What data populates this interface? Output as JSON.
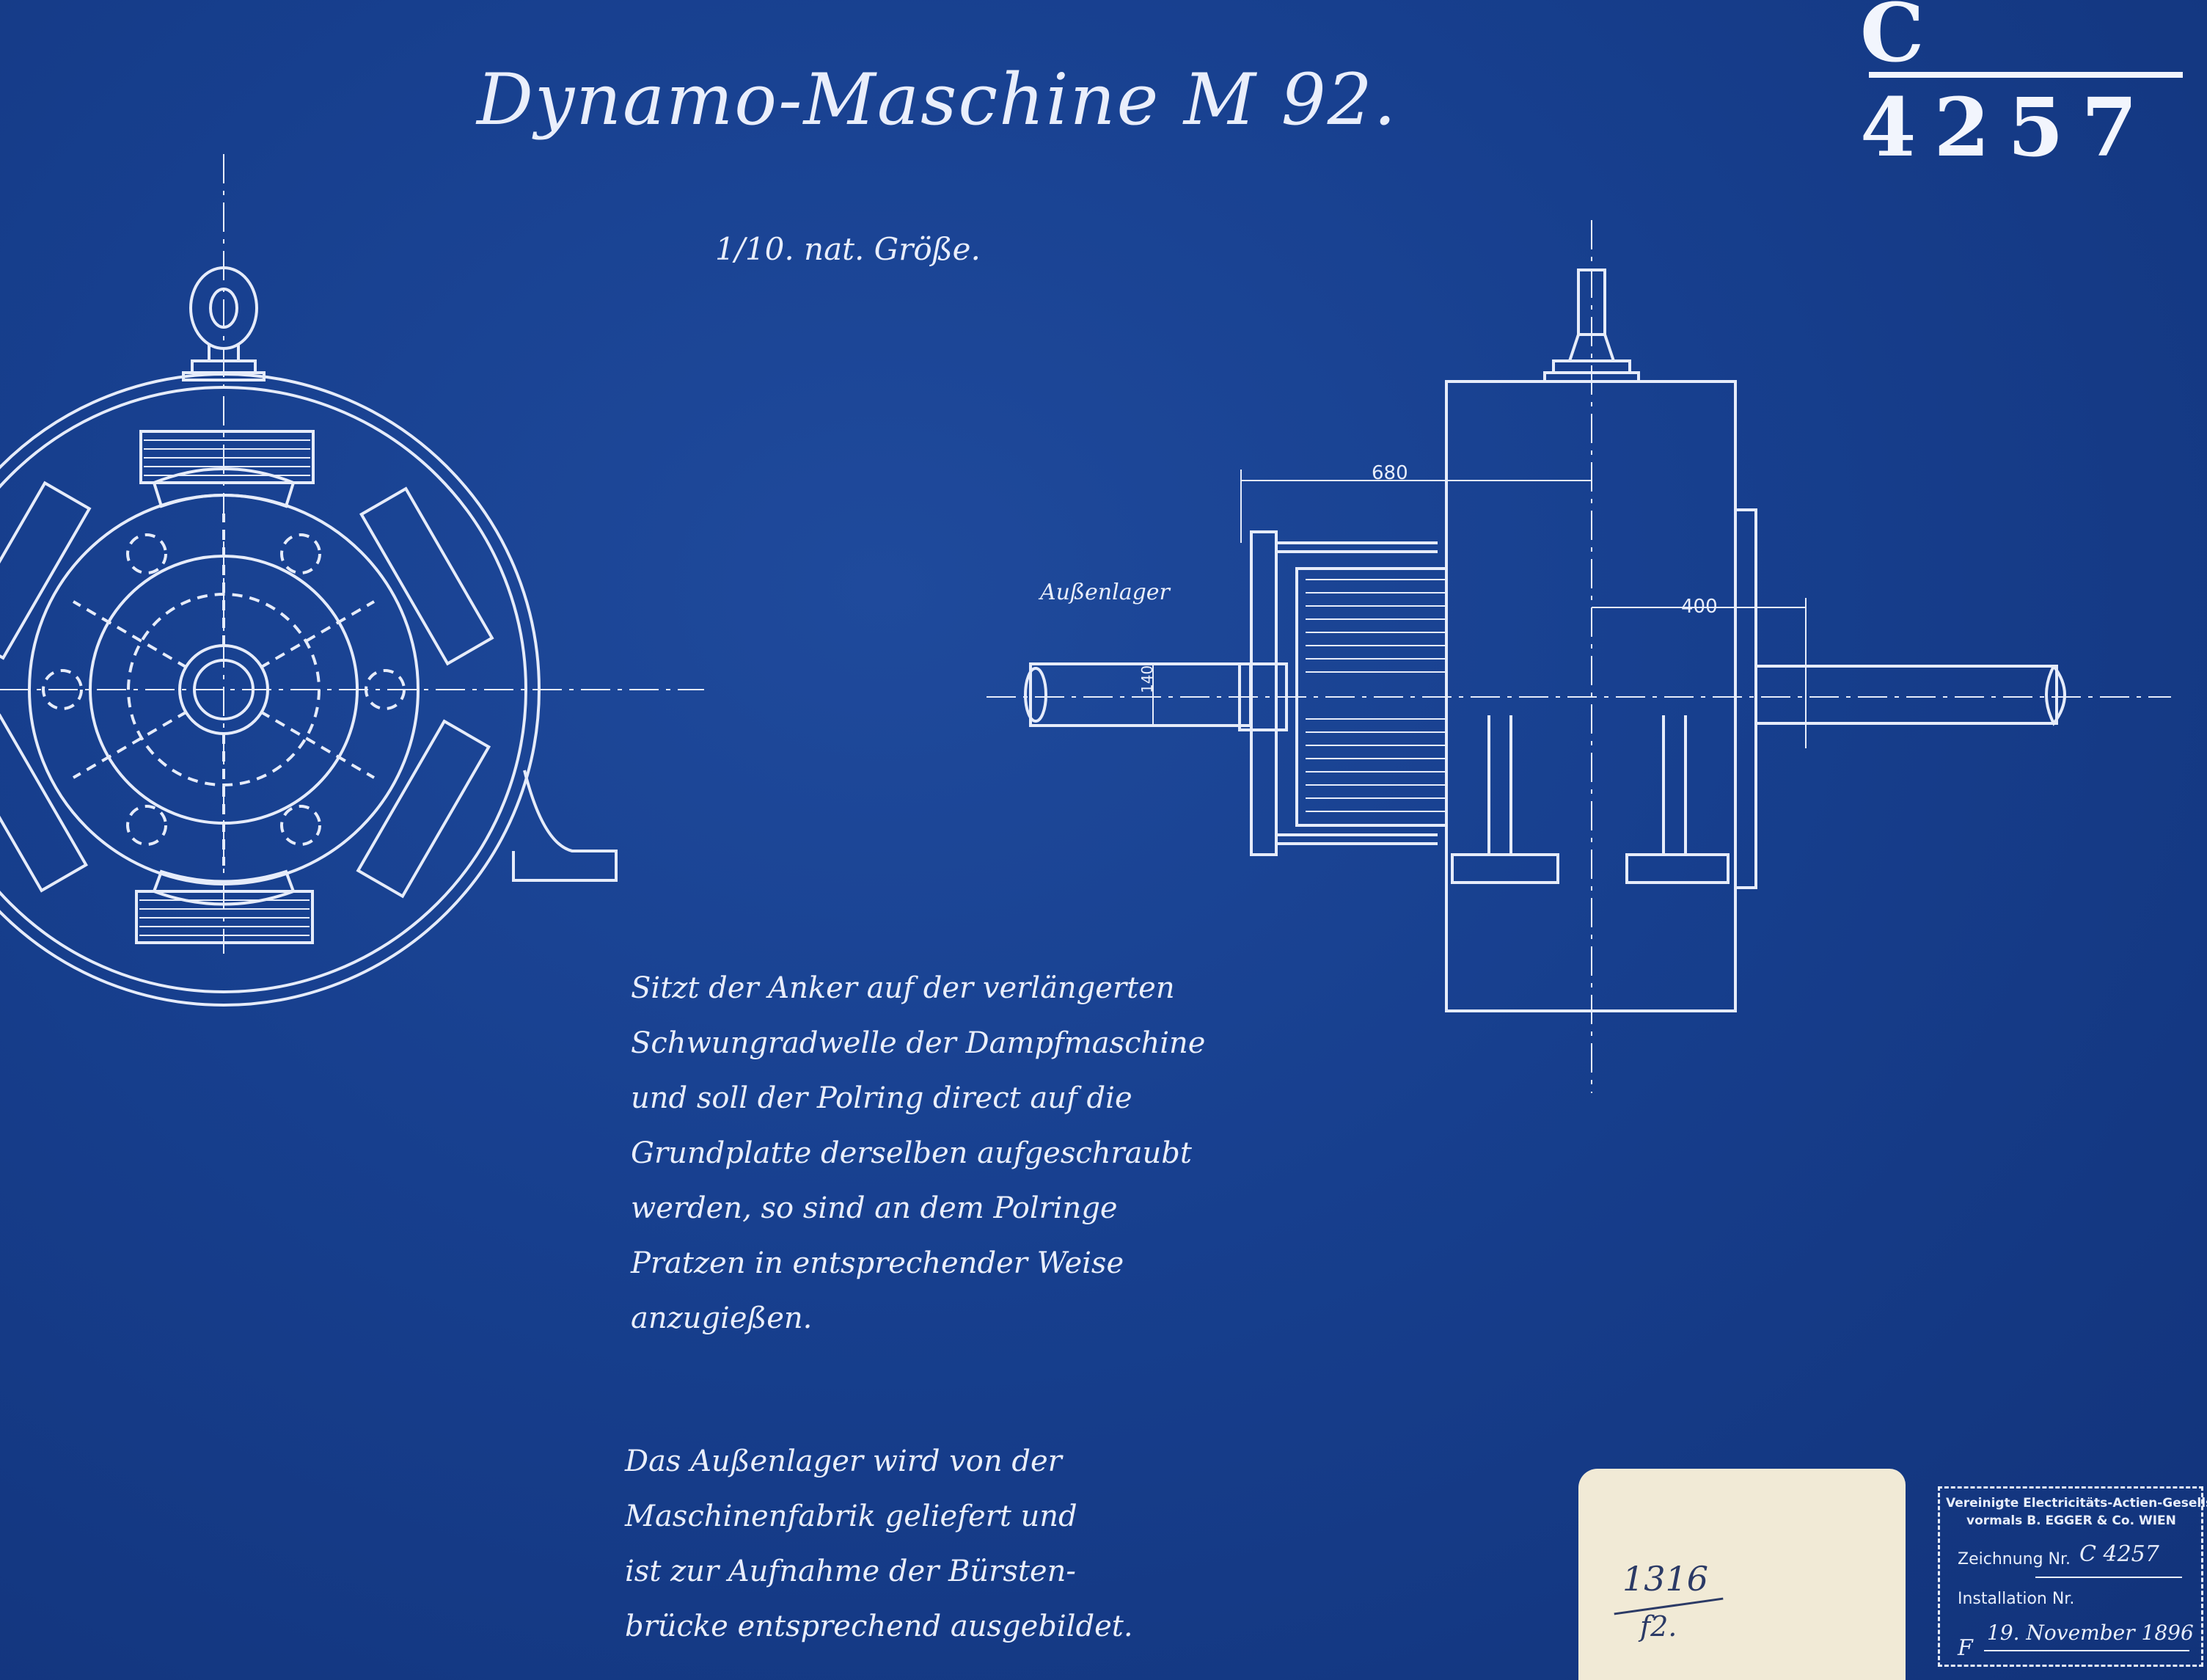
{
  "drawing": {
    "title": "Dynamo-Maschine M 92.",
    "scale_note": "1/10. nat. Größe.",
    "document_number": "C 4257",
    "label_outer_bearing": "Außenlager",
    "dimension_680": "680",
    "dimension_400": "400",
    "dimension_140": "140"
  },
  "notes": {
    "note1_lines": [
      "Sitzt der Anker auf der verlängerten",
      "Schwungradwelle der Dampfmaschine",
      "und soll der Polring direct auf die",
      "Grundplatte derselben aufgeschraubt",
      "werden, so sind an dem Polringe",
      "Pratzen in entsprechender Weise",
      "anzugießen."
    ],
    "note2_lines": [
      "Das Außenlager wird von der",
      "Maschinenfabrik geliefert und",
      "ist zur Aufnahme der Bürsten-",
      "brücke entsprechend ausgebildet."
    ]
  },
  "slip": {
    "number": "1316",
    "sub": "f2."
  },
  "stamp": {
    "company_line1": "Vereinigte Electricitäts-Actien-Gesellschaft",
    "company_line2": "vormals B. EGGER & Co. WIEN",
    "drawing_label": "Zeichnung Nr.",
    "drawing_value": "C 4257",
    "installation_label": "Installation Nr.",
    "date": "19. November 1896",
    "initial": "F"
  },
  "colors": {
    "blueprint_background": "#173f8e",
    "line_ink": "#e9eefb",
    "slip_paper": "#f1ead6"
  }
}
